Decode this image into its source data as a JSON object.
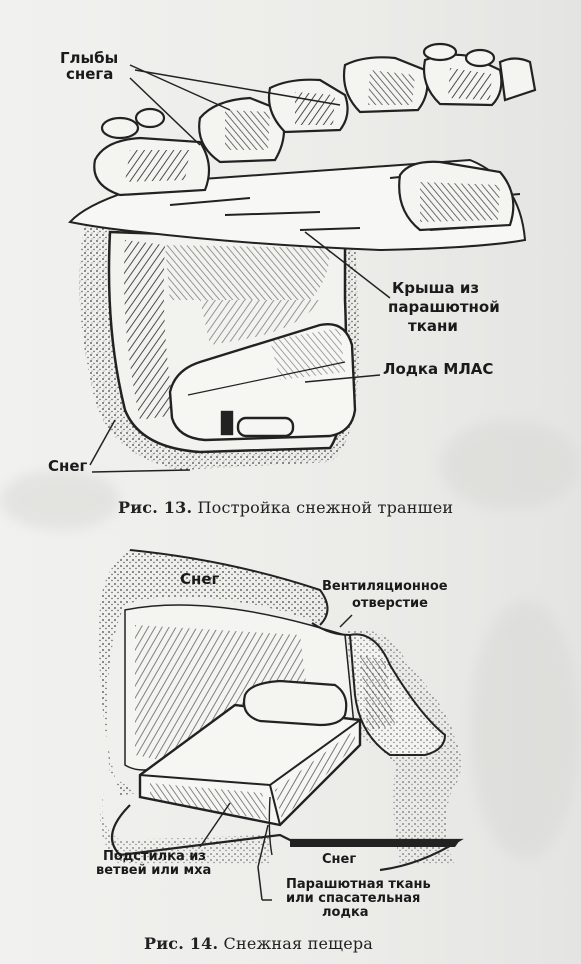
{
  "figure13": {
    "labels": {
      "snow_blocks_1": "Глыбы",
      "snow_blocks_2": "снега",
      "roof_1": "Крыша из",
      "roof_2": "парашютной",
      "roof_3": "ткани",
      "boat": "Лодка МЛАС",
      "snow": "Снег"
    },
    "caption_prefix": "Рис. 13.",
    "caption_text": "Постройка снежной траншеи"
  },
  "figure14": {
    "labels": {
      "snow_top": "Снег",
      "vent_1": "Вентиляционное",
      "vent_2": "отверстие",
      "bedding_1": "Подстилка из",
      "bedding_2": "ветвей или мха",
      "snow_bottom": "Снег",
      "cloth_1": "Парашютная ткань",
      "cloth_2": "или спасательная",
      "cloth_3": "лодка"
    },
    "caption_prefix": "Рис.  14.",
    "caption_text": "Снежная   пещера"
  }
}
